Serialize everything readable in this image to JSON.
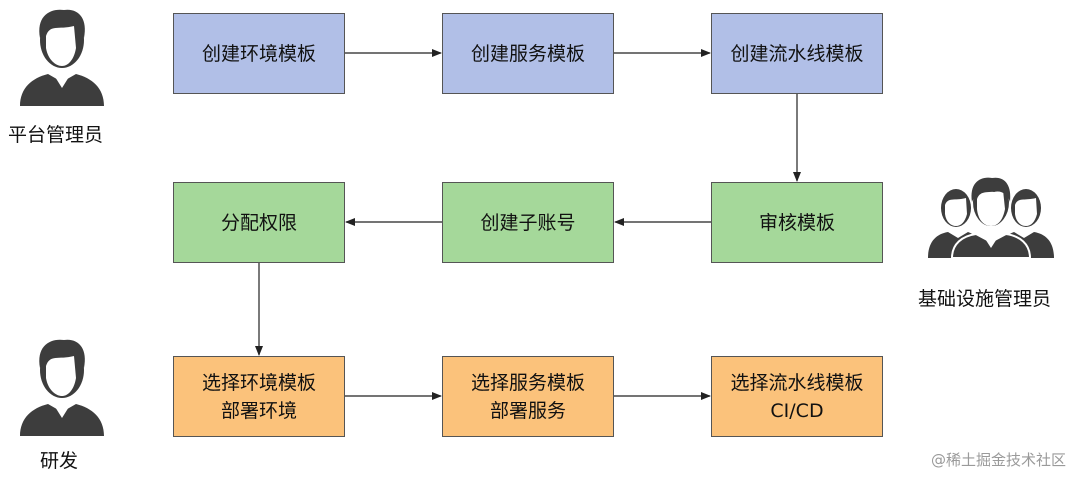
{
  "actors": {
    "admin": "平台管理员",
    "infra": "基础设施管理员",
    "dev": "研发"
  },
  "row1": [
    "创建环境模板",
    "创建服务模板",
    "创建流水线模板"
  ],
  "row2": [
    "分配权限",
    "创建子账号",
    "审核模板"
  ],
  "row3": [
    {
      "line1": "选择环境模板",
      "line2": "部署环境"
    },
    {
      "line1": "选择服务模板",
      "line2": "部署服务"
    },
    {
      "line1": "选择流水线模板",
      "line2": "CI/CD"
    }
  ],
  "watermark": "@稀土掘金技术社区",
  "colors": {
    "blue": "#b1bfe7",
    "green": "#a5d89a",
    "orange": "#fbc27b",
    "icon": "#3d3d3d"
  },
  "icons": [
    "person-icon",
    "group-icon"
  ]
}
